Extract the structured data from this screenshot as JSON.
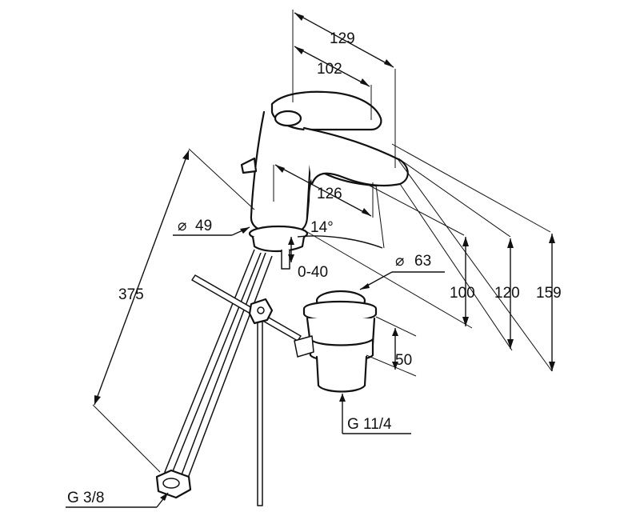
{
  "dimensions": {
    "d129": "129",
    "d102": "102",
    "d126": "126",
    "angle14": "14°",
    "dia49": "49",
    "range0_40": "0-40",
    "dia63": "63",
    "d100": "100",
    "d120": "120",
    "d159": "159",
    "d375": "375",
    "d50": "50",
    "thread_g114": "G 11/4",
    "thread_g38": "G 3/8"
  },
  "symbols": {
    "diameter_glyph": "⌀"
  }
}
